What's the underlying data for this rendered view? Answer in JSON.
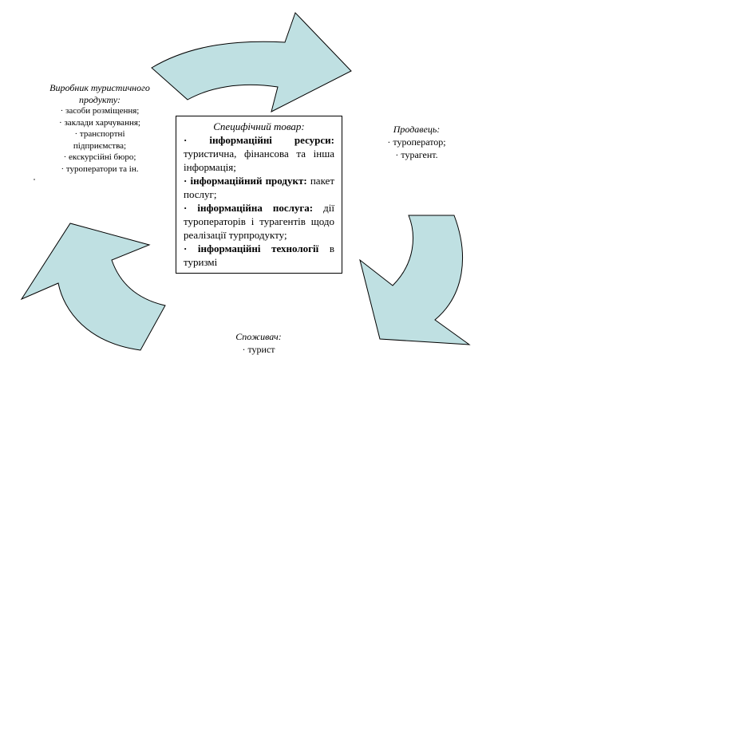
{
  "producer": {
    "heading": "Виробник туристичного продукту:",
    "lines": [
      "· засоби розміщення;",
      "· заклади харчування;",
      "· транспортні",
      "підприємства;",
      "· екскурсійні бюро;",
      "· туроператори та ін."
    ]
  },
  "seller": {
    "heading": "Продавець:",
    "lines": [
      "· туроператор;",
      "· турагент."
    ]
  },
  "consumer": {
    "heading": "Споживач:",
    "lines": [
      "· турист"
    ]
  },
  "center": {
    "heading": "Специфічний товар:",
    "items": [
      {
        "term": "· інформаційні ресурси:",
        "text": " туристична, фінансова та інша інформація;"
      },
      {
        "term": "· інформаційний продукт:",
        "text": " пакет послуг;"
      },
      {
        "term": "· інформаційна послуга:",
        "text": " дії туроператорів і турагентів щодо реалізації турпродукту;"
      },
      {
        "term": "· інформаційні технології",
        "text": " в туризмі"
      }
    ]
  },
  "colors": {
    "arrow_fill": "#bfe0e2",
    "arrow_stroke": "#000000"
  },
  "icons": [
    "curved-arrow-icon"
  ]
}
